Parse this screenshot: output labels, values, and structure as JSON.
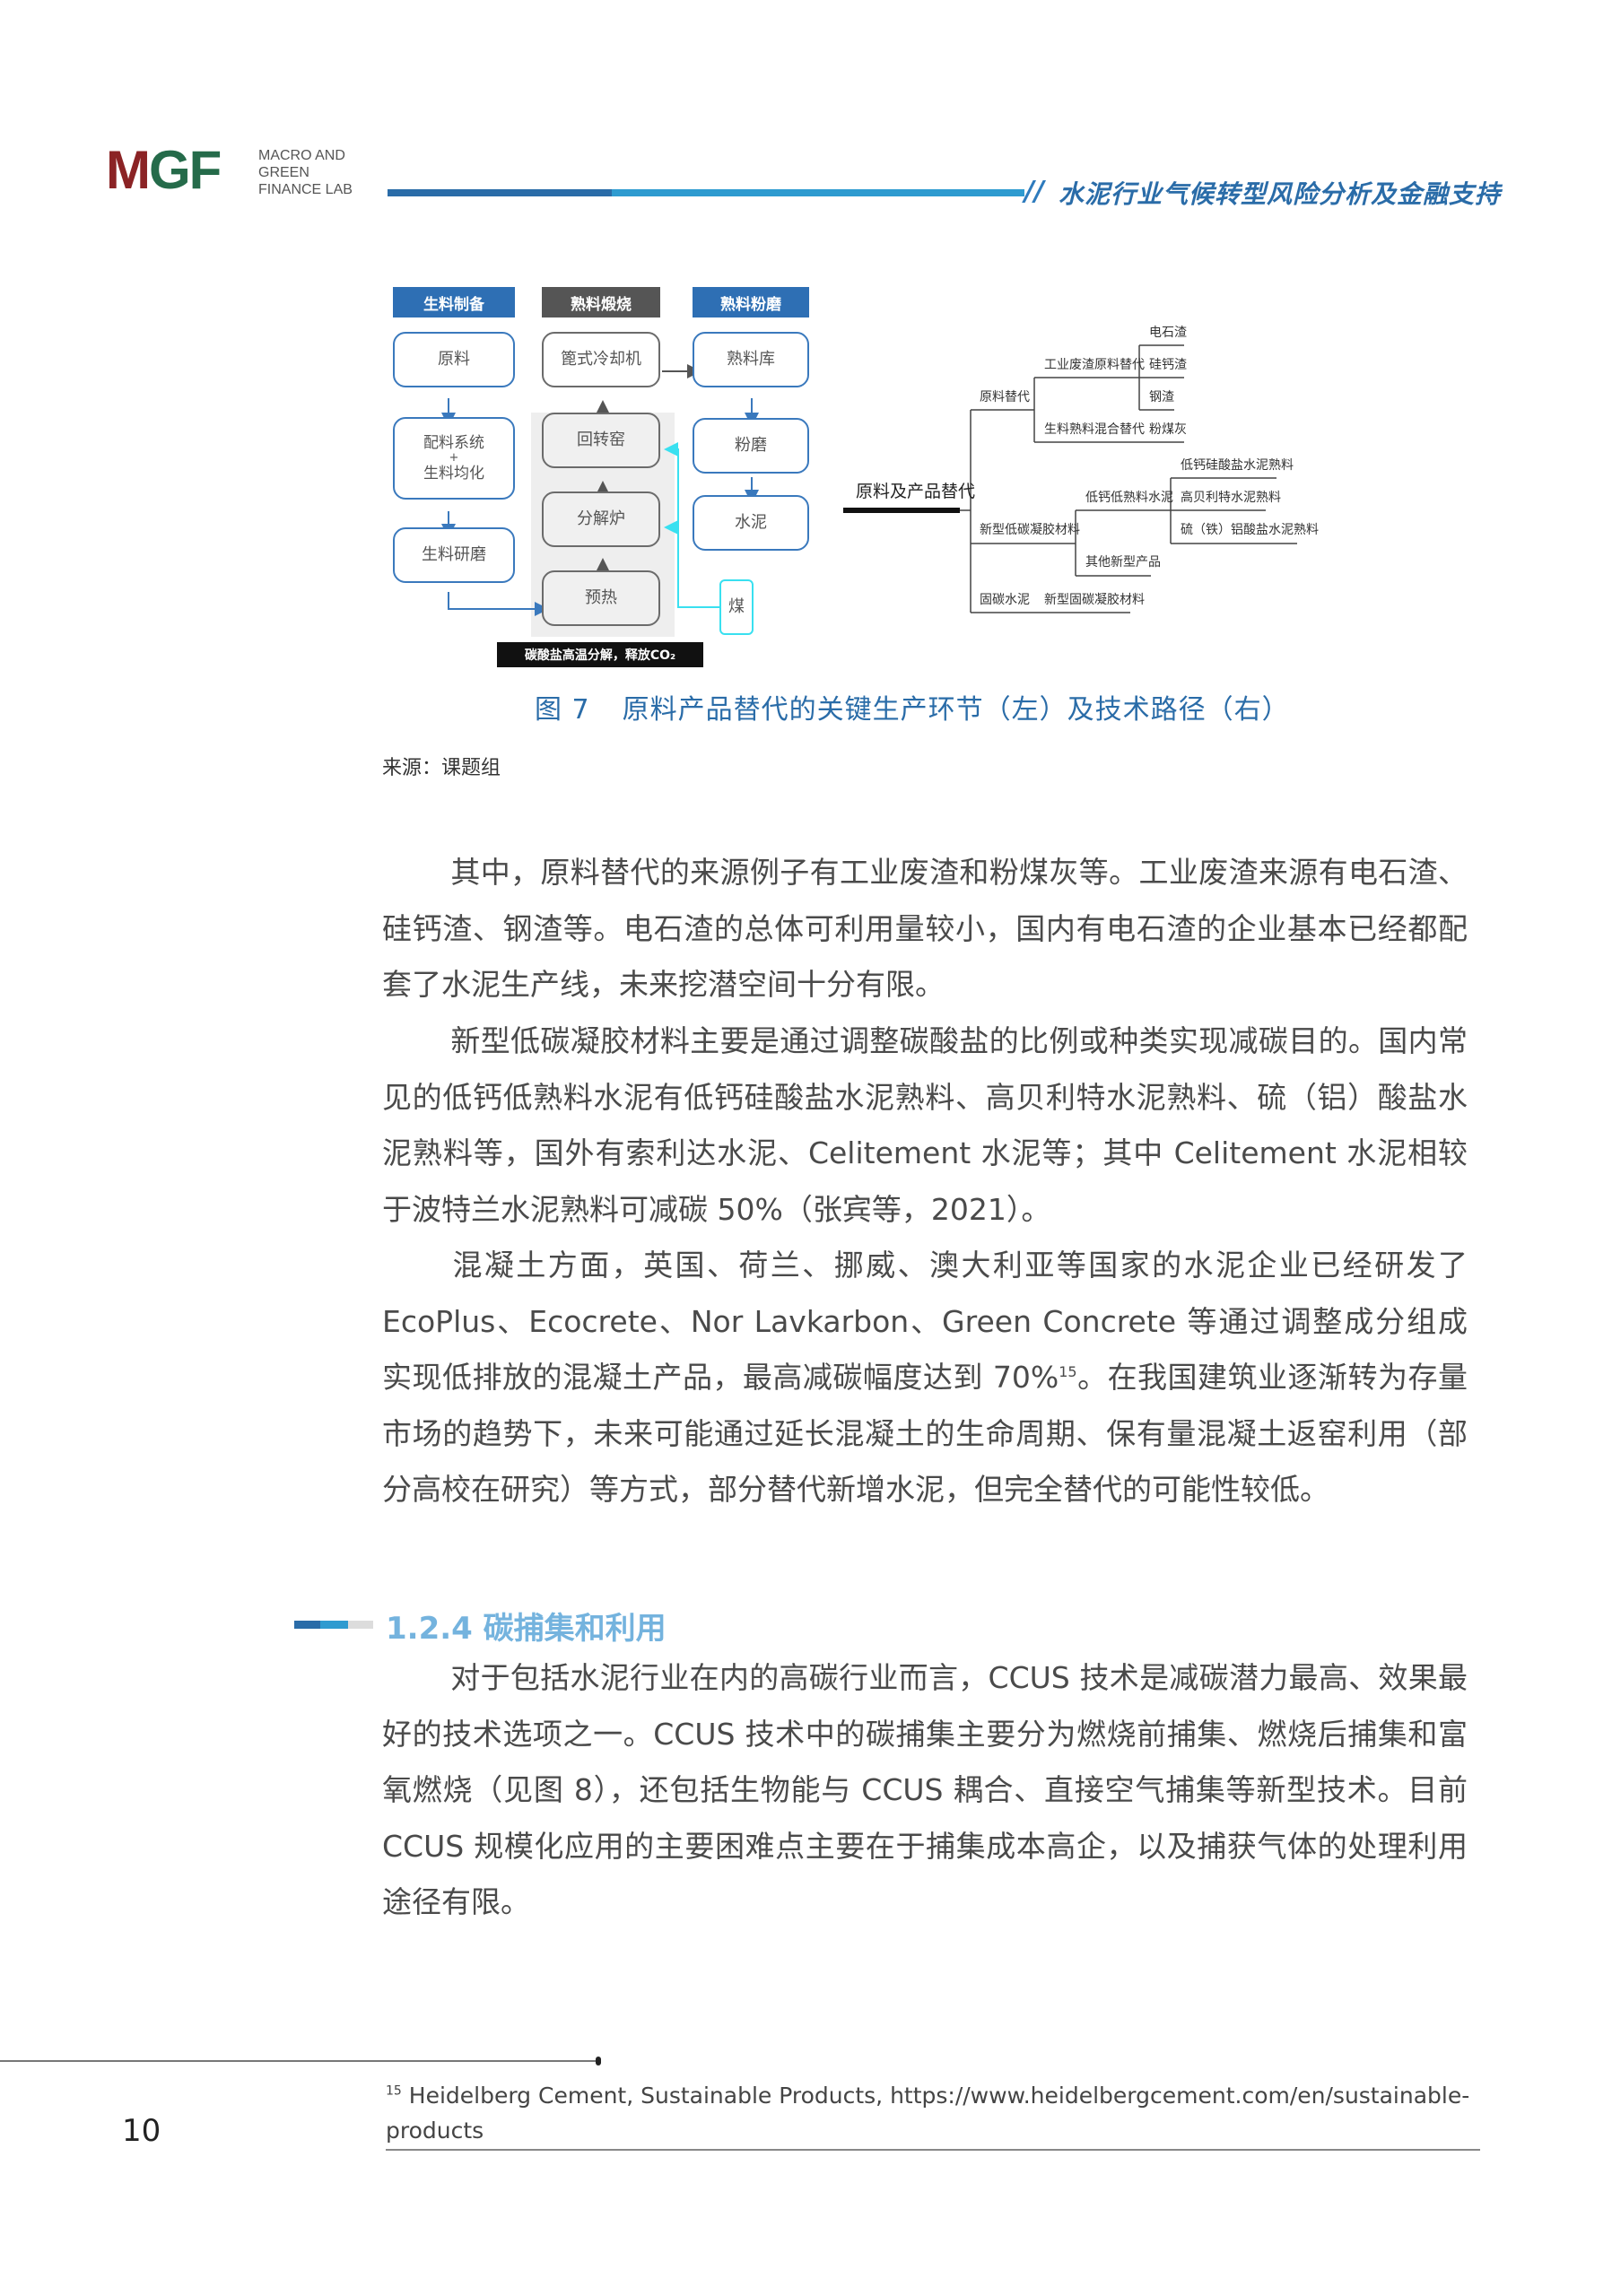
{
  "header": {
    "logo_mark_m": "M",
    "logo_mark_gf": "GF",
    "logo_text": [
      "MACRO AND",
      "GREEN",
      "FINANCE LAB"
    ],
    "slash": "//",
    "title": "水泥行业气候转型风险分析及金融支持",
    "colors": {
      "brand_red": "#8b2325",
      "brand_green": "#256b4a",
      "accent_blue": "#2a6ca8",
      "accent_light_blue": "#2e9bd0"
    }
  },
  "figure_left": {
    "stages": [
      {
        "label": "生料制备",
        "color": "#2e6fb4"
      },
      {
        "label": "熟料煅烧",
        "color": "#555555"
      },
      {
        "label": "熟料粉磨",
        "color": "#2e6fb4"
      }
    ],
    "col1": [
      "原料",
      "配料系统",
      "+",
      "生料均化",
      "生料研磨"
    ],
    "col2": [
      "篦式冷却机",
      "回转窑",
      "分解炉",
      "预热"
    ],
    "col3": [
      "熟料库",
      "粉磨",
      "水泥"
    ],
    "fuel": "煤",
    "note": "碳酸盐高温分解，释放CO₂"
  },
  "figure_right": {
    "root": "原料及产品替代",
    "branch1": "原料替代",
    "branch1_sub1": "工业废渣原料替代",
    "branch1_sub1_items": [
      "电石渣",
      "硅钙渣",
      "钢渣"
    ],
    "branch1_sub2": "生料熟料混合替代",
    "branch1_sub2_item": "粉煤灰",
    "branch2": "新型低碳凝胶材料",
    "branch2_sub1": "低钙低熟料水泥",
    "branch2_sub1_items": [
      "低钙硅酸盐水泥熟料",
      "高贝利特水泥熟料",
      "硫（铁）铝酸盐水泥熟料"
    ],
    "branch2_sub2": "其他新型产品",
    "branch3": "固碳水泥",
    "branch3_sub": "新型固碳凝胶材料"
  },
  "caption": {
    "number": "图 7",
    "text": "原料产品替代的关键生产环节（左）及技术路径（右）",
    "source": "来源：课题组"
  },
  "paragraphs": {
    "p1": "其中，原料替代的来源例子有工业废渣和粉煤灰等。工业废渣来源有电石渣、硅钙渣、钢渣等。电石渣的总体可利用量较小，国内有电石渣的企业基本已经都配套了水泥生产线，未来挖潜空间十分有限。",
    "p2": "新型低碳凝胶材料主要是通过调整碳酸盐的比例或种类实现减碳目的。国内常见的低钙低熟料水泥有低钙硅酸盐水泥熟料、高贝利特水泥熟料、硫（铝）酸盐水泥熟料等，国外有索利达水泥、Celitement 水泥等；其中 Celitement 水泥相较于波特兰水泥熟料可减碳 50%（张宾等，2021）。",
    "p3_a": "混凝土方面，英国、荷兰、挪威、澳大利亚等国家的水泥企业已经研发了 EcoPlus、Ecocrete、Nor Lavkarbon、Green Concrete 等通过调整成分组成实现低排放的混凝土产品，最高减碳幅度达到 70%",
    "p3_sup": "15",
    "p3_b": "。在我国建筑业逐渐转为存量市场的趋势下，未来可能通过延长混凝土的生命周期、保有量混凝土返窑利用（部分高校在研究）等方式，部分替代新增水泥，但完全替代的可能性较低。",
    "p4": "对于包括水泥行业在内的高碳行业而言，CCUS 技术是减碳潜力最高、效果最好的技术选项之一。CCUS 技术中的碳捕集主要分为燃烧前捕集、燃烧后捕集和富氧燃烧（见图 8），还包括生物能与 CCUS 耦合、直接空气捕集等新型技术。目前 CCUS 规模化应用的主要困难点主要在于捕集成本高企，以及捕获气体的处理利用途径有限。"
  },
  "section": {
    "title": "1.2.4 碳捕集和利用"
  },
  "footer": {
    "footnote_number": "15",
    "footnote_text": " Heidelberg Cement, Sustainable Products, https://www.heidelbergcement.com/en/sustainable-products",
    "page_number": "10"
  }
}
